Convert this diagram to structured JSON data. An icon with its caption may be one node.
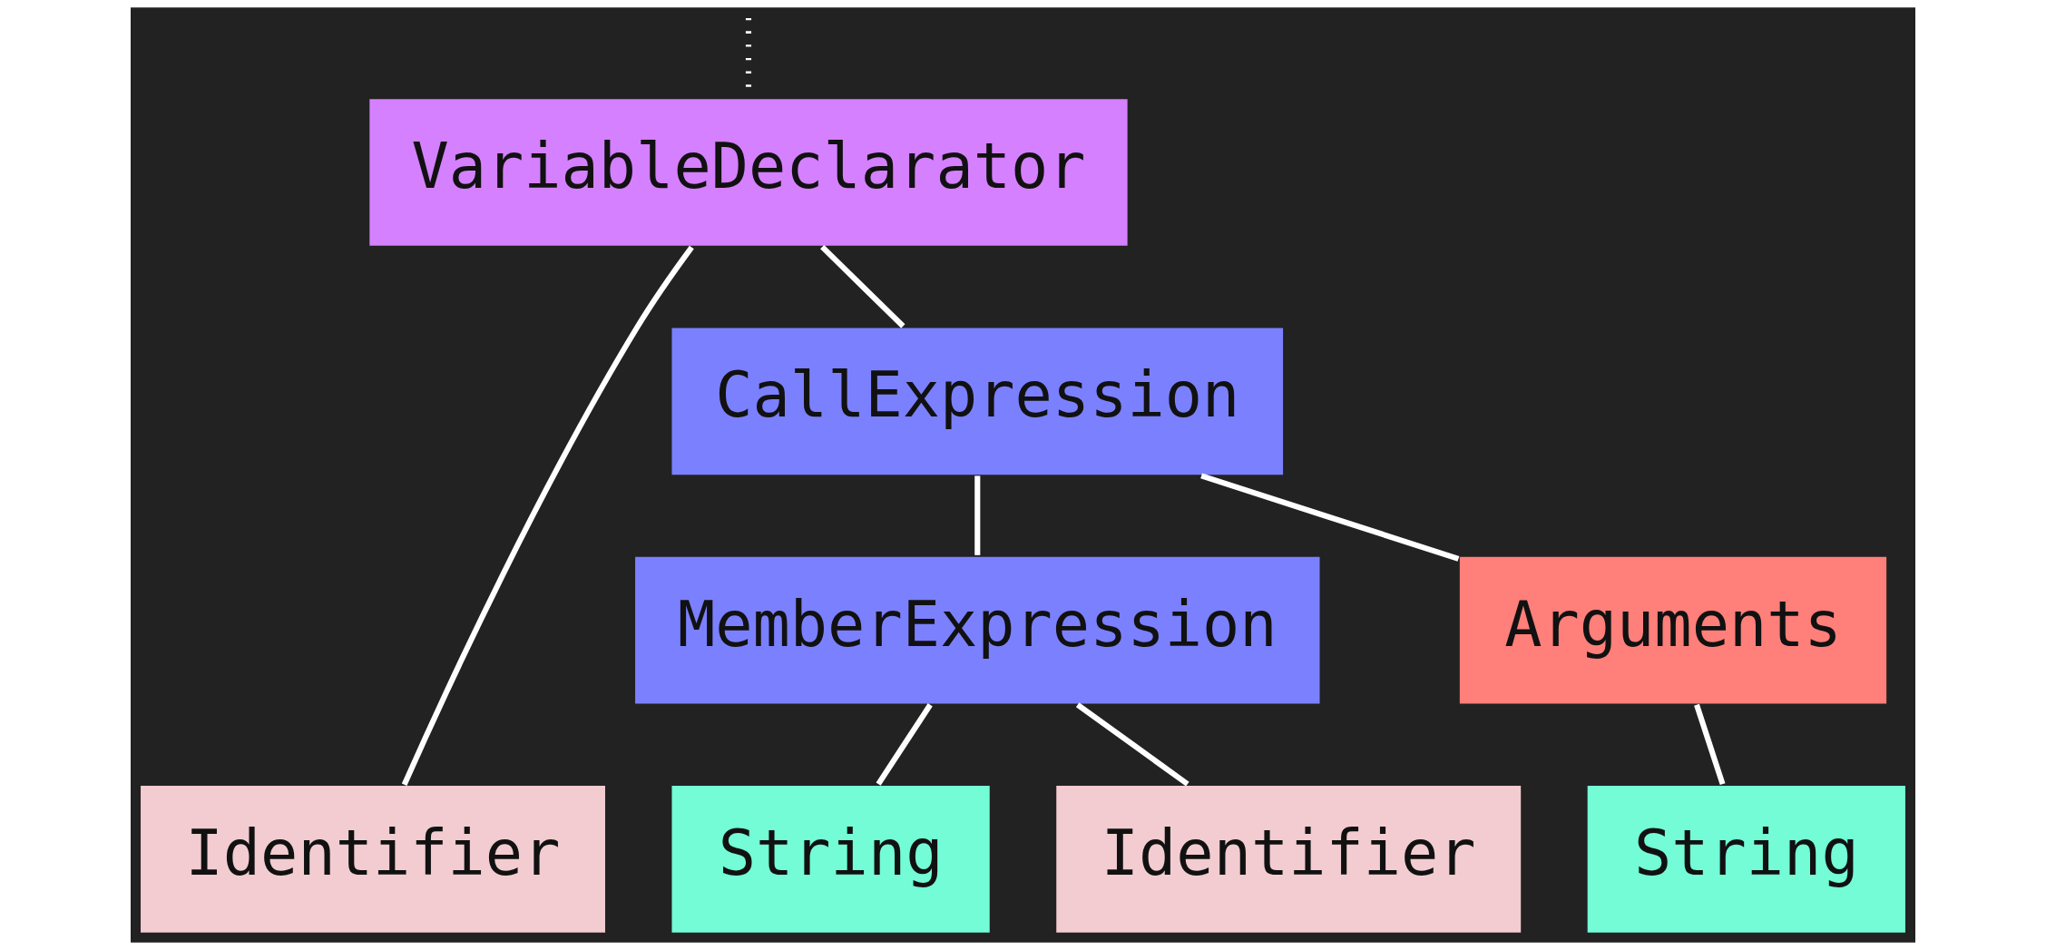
{
  "diagram": {
    "nodes": [
      {
        "text": [
          "VariableDeclarator"
        ]
      },
      {
        "text": [
          "CallExpression"
        ]
      },
      {
        "text": [
          "MemberExpression"
        ]
      },
      {
        "text": [
          "Arguments"
        ]
      },
      {
        "text": [
          "Identifier"
        ]
      },
      {
        "text": [
          "String"
        ]
      },
      {
        "text": [
          "Identifier"
        ]
      },
      {
        "text": [
          "String"
        ]
      }
    ],
    "edges": [
      {
        "from": null,
        "to": 0,
        "arrow": "none",
        "style": "dashed"
      },
      {
        "from": 0,
        "to": 4,
        "arrow": "none"
      },
      {
        "from": 0,
        "to": 1,
        "arrow": "none"
      },
      {
        "from": 1,
        "to": 2,
        "arrow": "none"
      },
      {
        "from": 1,
        "to": 3,
        "arrow": "none"
      },
      {
        "from": 2,
        "to": 5,
        "arrow": "none"
      },
      {
        "from": 2,
        "to": 6,
        "arrow": "none"
      },
      {
        "from": 3,
        "to": 7,
        "arrow": "none"
      }
    ]
  }
}
